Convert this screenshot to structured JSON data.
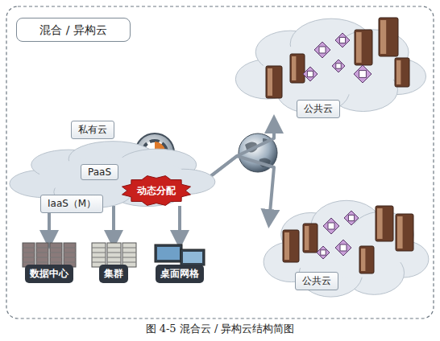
{
  "diagram": {
    "title": "混合 / 异构云",
    "caption": "图 4-5 混合云 / 异构云结构简图",
    "nodes": [
      {
        "text": [
          "私有云"
        ]
      },
      {
        "text": [
          "PaaS"
        ],
        "in": 0
      },
      {
        "text": [
          "IaaS（M）"
        ],
        "in": 0
      },
      {
        "text": [
          "动态分配"
        ]
      },
      {
        "text": [
          "公共云"
        ]
      },
      {
        "text": [
          "公共云"
        ]
      },
      {
        "text": [
          "数据中心"
        ]
      },
      {
        "text": [
          "集群"
        ]
      },
      {
        "text": [
          "桌面网格"
        ]
      }
    ],
    "edges": [
      {
        "from": 3,
        "to": 4,
        "arrow": "to"
      },
      {
        "from": 3,
        "to": 5,
        "arrow": "to"
      },
      {
        "from": 0,
        "to": 6,
        "arrow": "to"
      },
      {
        "from": 0,
        "to": 7,
        "arrow": "to"
      },
      {
        "from": 0,
        "to": 8,
        "arrow": "to"
      }
    ]
  }
}
